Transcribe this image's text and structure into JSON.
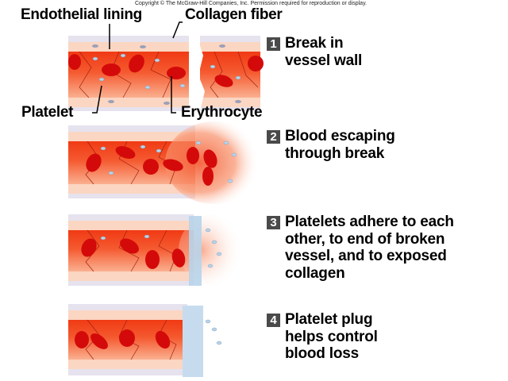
{
  "copyright": "Copyright © The McGraw-Hill Companies, Inc. Permission required for reproduction or display.",
  "labels": {
    "endothelial_lining": "Endothelial lining",
    "collagen_fiber": "Collagen fiber",
    "platelet": "Platelet",
    "erythrocyte": "Erythrocyte"
  },
  "steps": [
    {
      "number": "1",
      "lines": [
        "Break in",
        "vessel wall"
      ]
    },
    {
      "number": "2",
      "lines": [
        "Blood escaping",
        "through break"
      ]
    },
    {
      "number": "3",
      "lines": [
        "Platelets adhere to each",
        "other, to end of broken",
        "vessel, and to exposed",
        "collagen"
      ]
    },
    {
      "number": "4",
      "lines": [
        "Platelet plug",
        "helps control",
        "blood loss"
      ]
    }
  ],
  "colors": {
    "blood": "#e8200e",
    "erythrocyte": "#d40a0a",
    "endothelium": "#fbd3bd",
    "collagen": "#e4e0ec",
    "platelet": "#b8d4ea",
    "step_badge": "#4a4a4a"
  }
}
